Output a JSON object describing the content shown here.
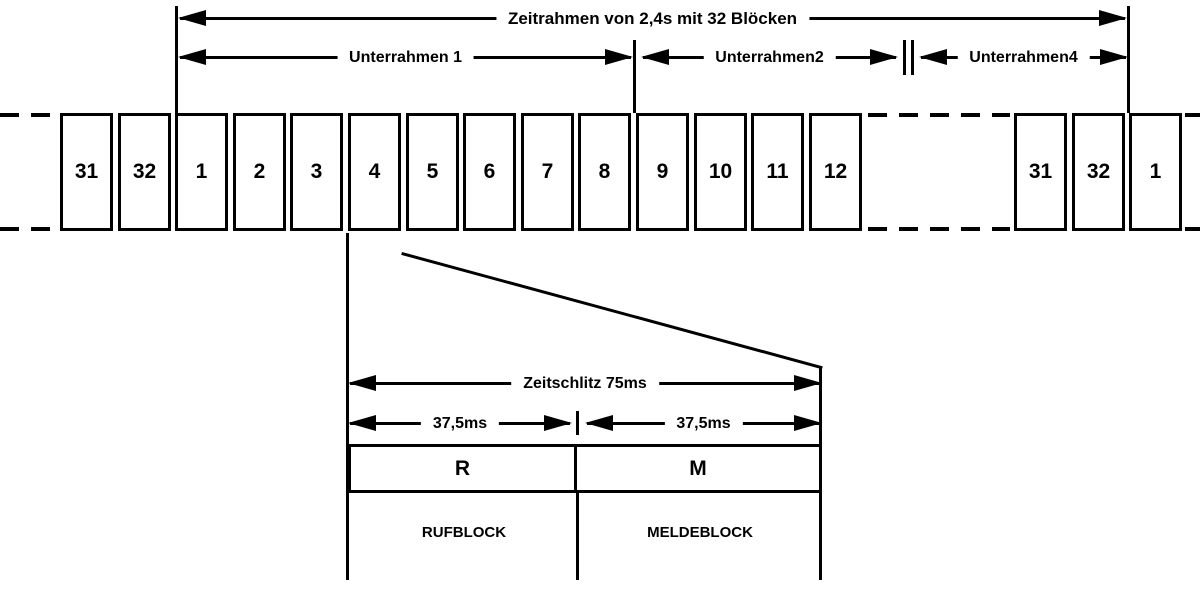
{
  "diagram": {
    "title": "Zeitrahmen von 2,4s mit 32 Blöcken",
    "subframes": {
      "s1": "Unterrahmen 1",
      "s2": "Unterrahmen2",
      "s4": "Unterrahmen4"
    },
    "blocks_main": [
      "31",
      "32",
      "1",
      "2",
      "3",
      "4",
      "5",
      "6",
      "7",
      "8",
      "9",
      "10",
      "11",
      "12"
    ],
    "blocks_tail": [
      "31",
      "32",
      "1"
    ],
    "detail": {
      "timeslot_label": "Zeitschlitz 75ms",
      "first_half_label": "37,5ms",
      "second_half_label": "37,5ms",
      "call_block_symbol": "R",
      "report_block_symbol": "M",
      "call_block_label": "RUFBLOCK",
      "report_block_label": "MELDEBLOCK"
    },
    "colors": {
      "ink": "#000000",
      "paper": "#ffffff"
    }
  }
}
